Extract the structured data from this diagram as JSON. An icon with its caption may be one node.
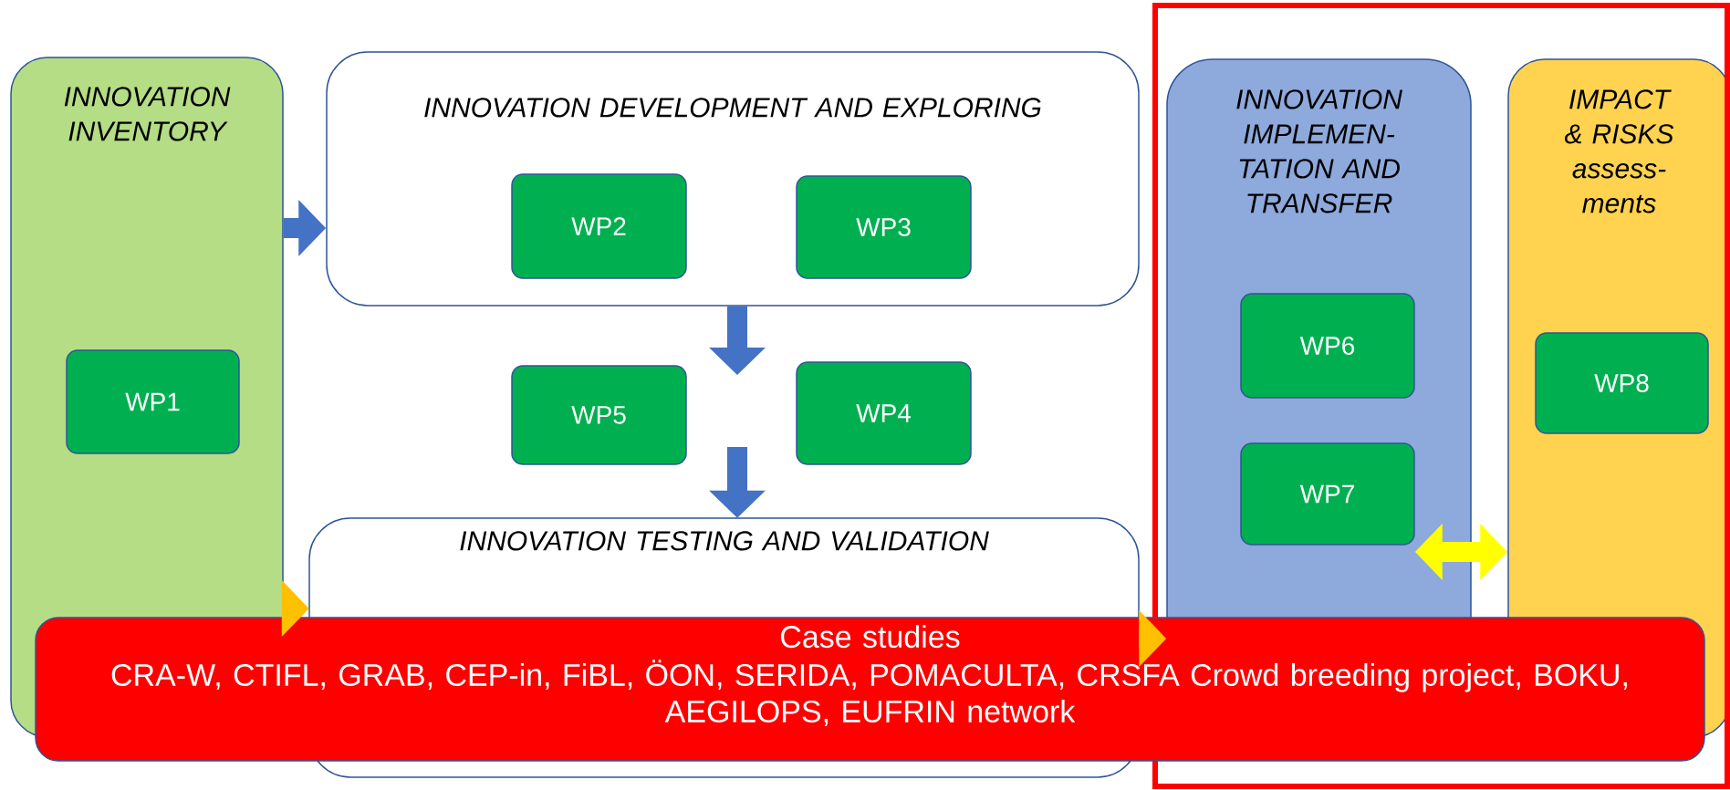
{
  "diagram": {
    "nodes": [
      {
        "text": [
          "INNOVATION INVENTORY"
        ]
      },
      {
        "text": [
          "WP1"
        ],
        "in": 0
      },
      {
        "text": [
          "INNOVATION DEVELOPMENT AND EXPLORING"
        ]
      },
      {
        "text": [
          "WP2"
        ],
        "in": 2
      },
      {
        "text": [
          "WP3"
        ],
        "in": 2
      },
      {
        "text": [
          "WP5"
        ]
      },
      {
        "text": [
          "WP4"
        ]
      },
      {
        "text": [
          "INNOVATION TESTING AND VALIDATION"
        ]
      },
      {
        "text": [
          "INNOVATION IMPLEMEN- TATION AND TRANSFER"
        ]
      },
      {
        "text": [
          "WP6"
        ],
        "in": 8
      },
      {
        "text": [
          "WP7"
        ],
        "in": 8
      },
      {
        "text": [
          "IMPACT & RISKS assess- ments"
        ]
      },
      {
        "text": [
          "WP8"
        ],
        "in": 11
      },
      {
        "text": [
          "Case studies",
          "CRA-W, CTIFL, GRAB, CEP-in, FiBL, ÖON, SERIDA, POMACULTA, CRSFA  Crowd breeding project, BOKU, AEGILOPS, EUFRIN network"
        ]
      }
    ],
    "edges": [
      {
        "from": 0,
        "to": 2,
        "arrow": "to"
      },
      {
        "from": 2,
        "to": null,
        "arrow": "to"
      },
      {
        "from": null,
        "to": 7,
        "arrow": "to"
      },
      {
        "from": 0,
        "to": 7,
        "arrow": "to",
        "color": "#ffc000"
      },
      {
        "from": 7,
        "to": 8,
        "arrow": "to",
        "color": "#ffc000"
      },
      {
        "from": 10,
        "to": 11,
        "arrow": "both",
        "color": "#ffff00"
      }
    ]
  }
}
